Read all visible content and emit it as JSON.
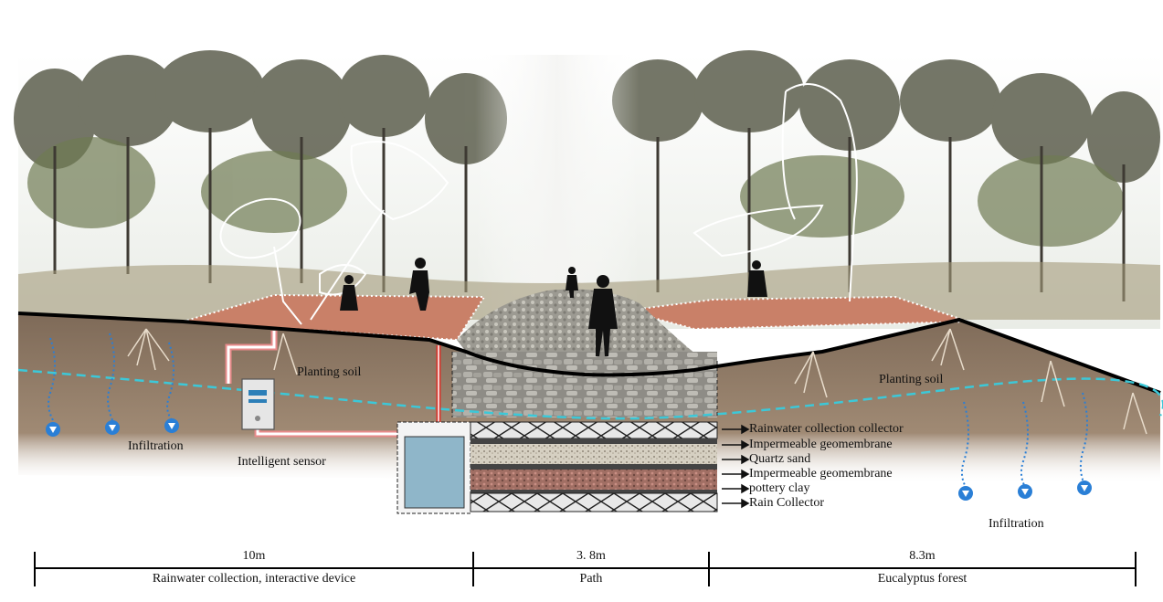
{
  "labels": {
    "planting_soil_left": "Planting soil",
    "planting_soil_right": "Planting soil",
    "infiltration_left": "Infiltration",
    "infiltration_right": "Infiltration",
    "intelligent_sensor": "Intelligent sensor"
  },
  "layers": [
    "Rainwater collection collector",
    "Impermeable geomembrane",
    "Quartz sand",
    "Impermeable geomembrane",
    "pottery clay",
    "Rain Collector"
  ],
  "scale_bar": {
    "sections": [
      {
        "length": "10m",
        "name": "Rainwater collection, interactive device"
      },
      {
        "length": "3. 8m",
        "name": "Path"
      },
      {
        "length": "8.3m",
        "name": "Eucalyptus forest"
      }
    ]
  },
  "colors": {
    "soil": "#8b7765",
    "plaza": "#c98068",
    "water_line": "#3cc8d8",
    "infiltration": "#2a7fd6",
    "pipe": "#e88a8a"
  }
}
